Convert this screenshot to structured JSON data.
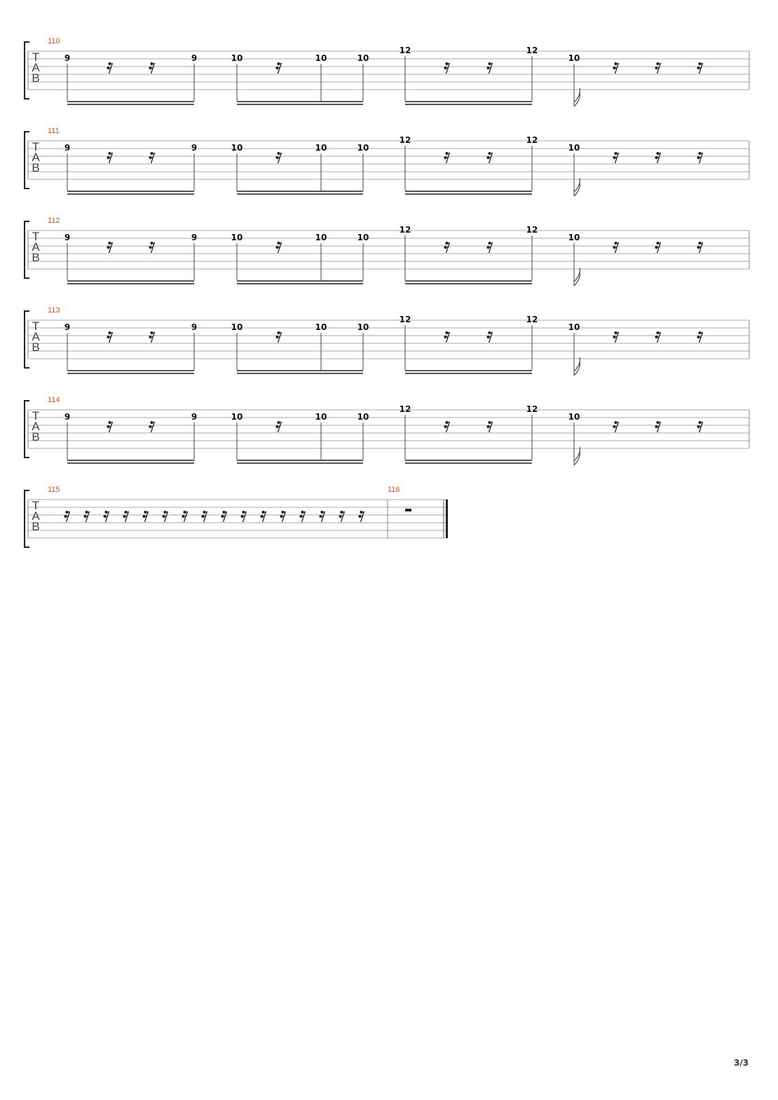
{
  "clef_letters": [
    "T",
    "A",
    "B"
  ],
  "page_number": "3/3",
  "systems": [
    {
      "measure_numbers": [
        "110"
      ],
      "beats": [
        {
          "fret": "9",
          "rests": 2,
          "end_fret": "9"
        },
        {
          "fret": "10",
          "rests": 1,
          "end_frets": [
            "10",
            "10"
          ]
        },
        {
          "fret": "12",
          "rests": 2,
          "end_fret": "12"
        },
        {
          "fret": "10",
          "rests": 3
        }
      ]
    },
    {
      "measure_numbers": [
        "111"
      ],
      "beats": [
        {
          "fret": "9",
          "rests": 2,
          "end_fret": "9"
        },
        {
          "fret": "10",
          "rests": 1,
          "end_frets": [
            "10",
            "10"
          ]
        },
        {
          "fret": "12",
          "rests": 2,
          "end_fret": "12"
        },
        {
          "fret": "10",
          "rests": 3
        }
      ]
    },
    {
      "measure_numbers": [
        "112"
      ],
      "beats": [
        {
          "fret": "9",
          "rests": 2,
          "end_fret": "9"
        },
        {
          "fret": "10",
          "rests": 1,
          "end_frets": [
            "10",
            "10"
          ]
        },
        {
          "fret": "12",
          "rests": 2,
          "end_fret": "12"
        },
        {
          "fret": "10",
          "rests": 3
        }
      ]
    },
    {
      "measure_numbers": [
        "113"
      ],
      "beats": [
        {
          "fret": "9",
          "rests": 2,
          "end_fret": "9"
        },
        {
          "fret": "10",
          "rests": 1,
          "end_frets": [
            "10",
            "10"
          ]
        },
        {
          "fret": "12",
          "rests": 2,
          "end_fret": "12"
        },
        {
          "fret": "10",
          "rests": 3
        }
      ]
    },
    {
      "measure_numbers": [
        "114"
      ],
      "beats": [
        {
          "fret": "9",
          "rests": 2,
          "end_fret": "9"
        },
        {
          "fret": "10",
          "rests": 1,
          "end_frets": [
            "10",
            "10"
          ]
        },
        {
          "fret": "12",
          "rests": 2,
          "end_fret": "12"
        },
        {
          "fret": "10",
          "rests": 3
        }
      ]
    },
    {
      "measure_numbers": [
        "115",
        "116"
      ],
      "sixteenth_rests": 16,
      "final_measure": "half-rest"
    }
  ]
}
